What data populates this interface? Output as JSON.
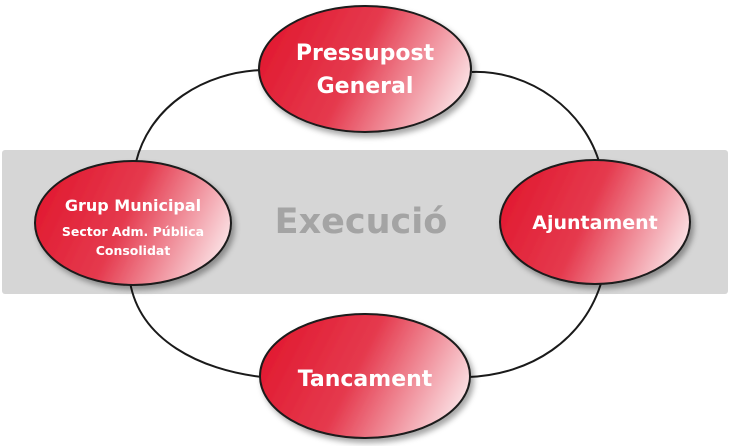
{
  "band_label": "Execució",
  "nodes": {
    "top": {
      "lines": [
        "Pressupost",
        "General"
      ]
    },
    "right": {
      "lines": [
        "Ajuntament"
      ]
    },
    "bottom": {
      "lines": [
        "Tancament"
      ]
    },
    "left": {
      "lines": [
        "Grup Municipal",
        "Sector Adm. Pública",
        "Consolidat"
      ]
    }
  },
  "colors": {
    "node_fill_dark": "#e0182e",
    "node_fill_light": "#fbe3e6",
    "band_fill": "#d6d6d6",
    "band_text": "#a4a4a4",
    "outline": "#1a1a1a"
  }
}
